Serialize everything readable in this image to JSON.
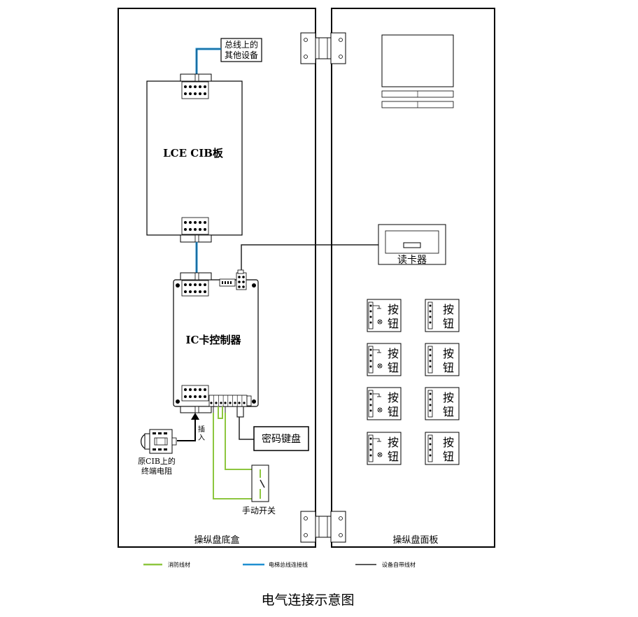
{
  "title": "电气连接示意图",
  "left_panel": {
    "label": "操纵盘底盒",
    "bus_box_line1": "总线上的",
    "bus_box_line2": "其他设备",
    "cib_board": "LCE CIB板",
    "ic_controller": "IC卡控制器",
    "resistor_line1": "原CIB上的",
    "resistor_line2": "终端电阻",
    "insert_char1": "插",
    "insert_char2": "入",
    "keypad": "密码键盘",
    "manual_switch": "手动开关"
  },
  "right_panel": {
    "label": "操纵盘面板",
    "card_reader": "读卡器",
    "button_char1": "按",
    "button_char2": "钮"
  },
  "legend": [
    {
      "label": "消防线材",
      "color": "#8dc63f"
    },
    {
      "label": "电梯总线连接线",
      "color": "#1f8fd1"
    },
    {
      "label": "设备自带线材",
      "color": "#222222"
    }
  ],
  "colors": {
    "fire_wire": "#8dc63f",
    "bus_wire": "#1f8fd1",
    "device_wire": "#222222"
  }
}
